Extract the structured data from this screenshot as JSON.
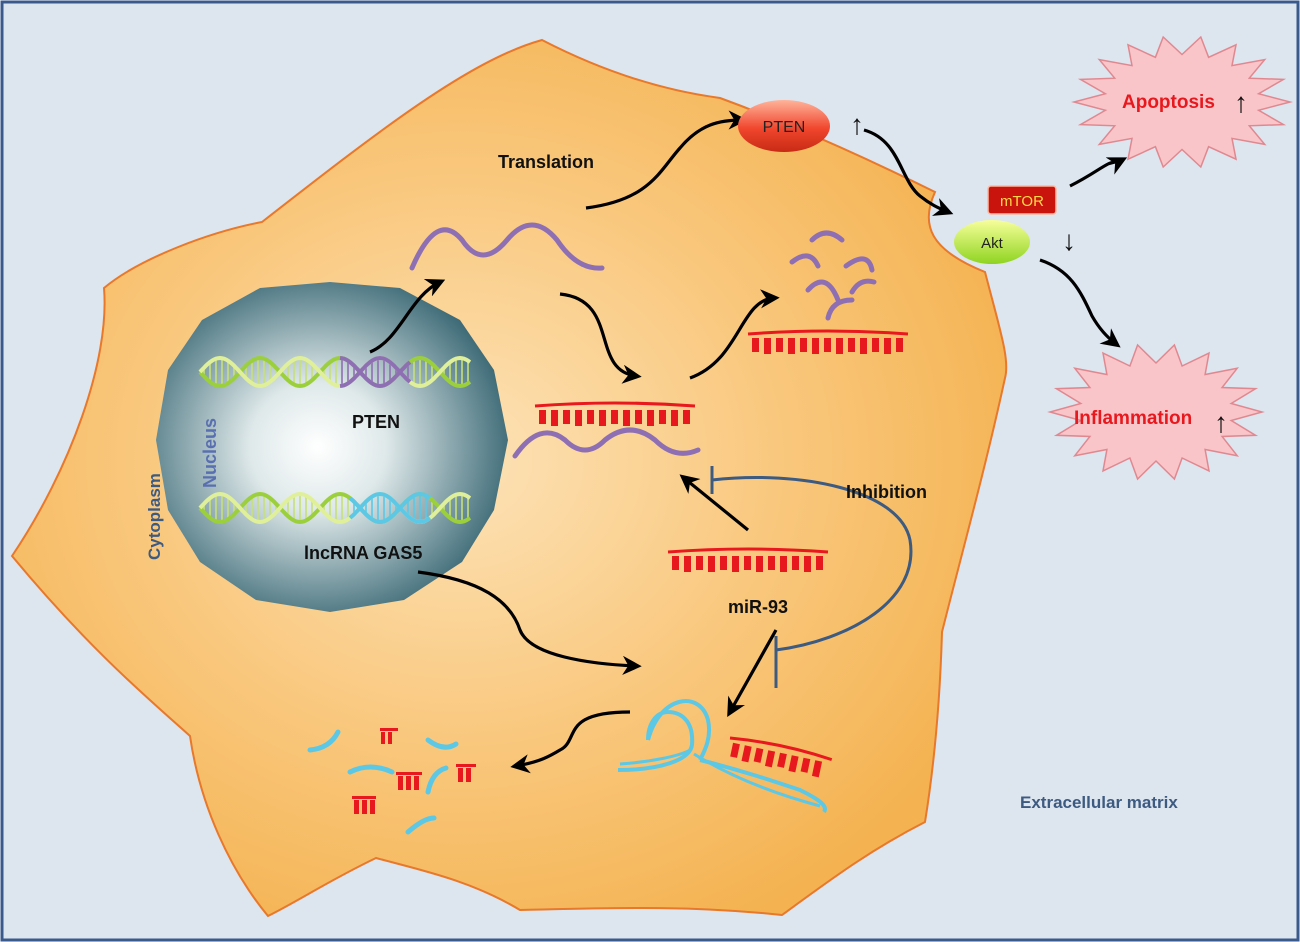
{
  "colors": {
    "background": "#dde5ef",
    "frame": "#3a5a8c",
    "cell_fill": "#f7b962",
    "cell_stroke": "#e8782a",
    "nucleus_dark": "#3f6c78",
    "nucleus_light": "#ffffff",
    "mrna": "#8e6fb3",
    "mirna": "#e8191e",
    "lncrna": "#5cc8e6",
    "arrow": "#000000",
    "inhibition": "#3d5a80",
    "burst_fill": "#f9c5c9",
    "burst_stroke": "#e08890",
    "burst_text": "#e8191e",
    "compartment_text": "#3d5a80",
    "akt_fill": "#b4e63c",
    "mtor_fill": "#c8140c",
    "mtor_text": "#ffd84a",
    "pten_fill": "#f0462d"
  },
  "labels": {
    "translation": "Translation",
    "pten_gene": "PTEN",
    "nucleus": "Nucleus",
    "cytoplasm": "Cytoplasm",
    "lncrna_gene": "lncRNA GAS5",
    "mirna": "miR-93",
    "inhibition": "Inhibition",
    "extracellular": "Extracellular matrix"
  },
  "proteins": {
    "pten": "PTEN",
    "mtor": "mTOR",
    "akt": "Akt"
  },
  "outcomes": {
    "apoptosis": {
      "label": "Apoptosis",
      "direction": "↑"
    },
    "inflammation": {
      "label": "Inflammation",
      "direction": "↑"
    }
  },
  "indicators": {
    "pten_level": "↑",
    "mtor_akt_level": "↓"
  },
  "icons": [
    "dna-helix-icon",
    "mrna-strand-icon",
    "mirna-comb-icon",
    "lncrna-hairpin-icon",
    "arrow-icon",
    "inhibition-bar-icon",
    "burst-icon"
  ]
}
